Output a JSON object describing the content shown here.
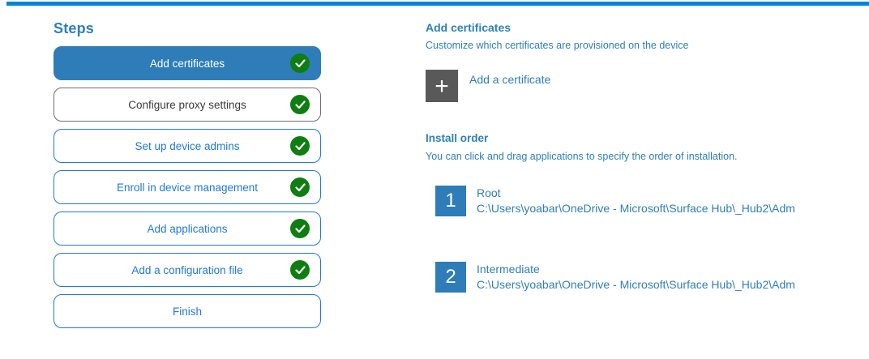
{
  "top_bar": {
    "color": "#0083db"
  },
  "steps": {
    "title": "Steps",
    "items": [
      {
        "label": "Add certificates",
        "state": "active",
        "completed": true
      },
      {
        "label": "Configure proxy settings",
        "state": "neutral",
        "completed": true
      },
      {
        "label": "Set up device admins",
        "state": "normal",
        "completed": true
      },
      {
        "label": "Enroll in device management",
        "state": "normal",
        "completed": true
      },
      {
        "label": "Add applications",
        "state": "normal",
        "completed": true
      },
      {
        "label": "Add a configuration file",
        "state": "normal",
        "completed": true
      },
      {
        "label": "Finish",
        "state": "normal",
        "completed": false
      }
    ]
  },
  "content": {
    "section_title": "Add certificates",
    "section_subtitle": "Customize which certificates are provisioned on the device",
    "add_certificate": {
      "label": "Add a certificate",
      "plus_glyph": "+"
    },
    "install_order": {
      "title": "Install order",
      "subtitle": "You can click and drag applications to specify the order of installation.",
      "items": [
        {
          "number": "1",
          "name": "Root",
          "path": "C:\\Users\\yoabar\\OneDrive - Microsoft\\Surface Hub\\_Hub2\\Adm"
        },
        {
          "number": "2",
          "name": "Intermediate",
          "path": "C:\\Users\\yoabar\\OneDrive - Microsoft\\Surface Hub\\_Hub2\\Adm"
        }
      ]
    }
  },
  "colors": {
    "top_bar": "#0083db",
    "accent_muted_blue": "#2e7fb8",
    "active_step_fill": "#2e7cb8",
    "step_border_blue": "#2079d8",
    "neutral_border": "#6e6e6e",
    "neutral_text": "#3b3b3b",
    "check_green": "#0e7e10",
    "plus_button_gray": "#595959",
    "number_box_blue": "#2e7cb8"
  }
}
